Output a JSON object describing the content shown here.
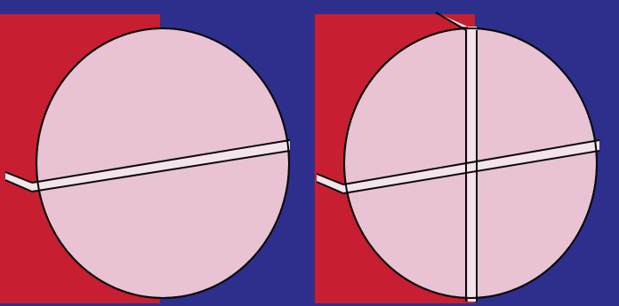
{
  "colors": {
    "background": "#2e2f8c",
    "cylinder_side": "#c81e31",
    "face": "#e9c3d3",
    "outline": "#0a0a0a",
    "gap_fill": "#f3e3ea",
    "separator": "#ffffff"
  },
  "panels": [
    {
      "id": "left",
      "pieces": 2,
      "cut": "horizontal"
    },
    {
      "id": "right",
      "pieces": 4,
      "cut": "horizontal-and-vertical"
    }
  ]
}
